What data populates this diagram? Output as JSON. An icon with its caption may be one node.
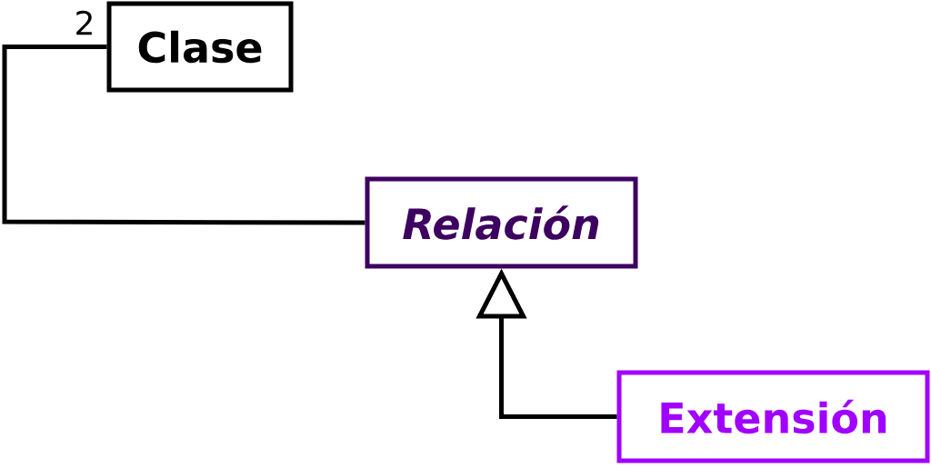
{
  "diagram": {
    "nodes": [
      {
        "text": [
          "Clase"
        ]
      },
      {
        "text": [
          "Relación"
        ]
      },
      {
        "text": [
          "Extensión"
        ]
      }
    ],
    "edges": [
      {
        "from": 1,
        "to": 0,
        "arrow": "none",
        "label": "2"
      },
      {
        "from": 2,
        "to": 1,
        "arrow": "to"
      }
    ]
  }
}
